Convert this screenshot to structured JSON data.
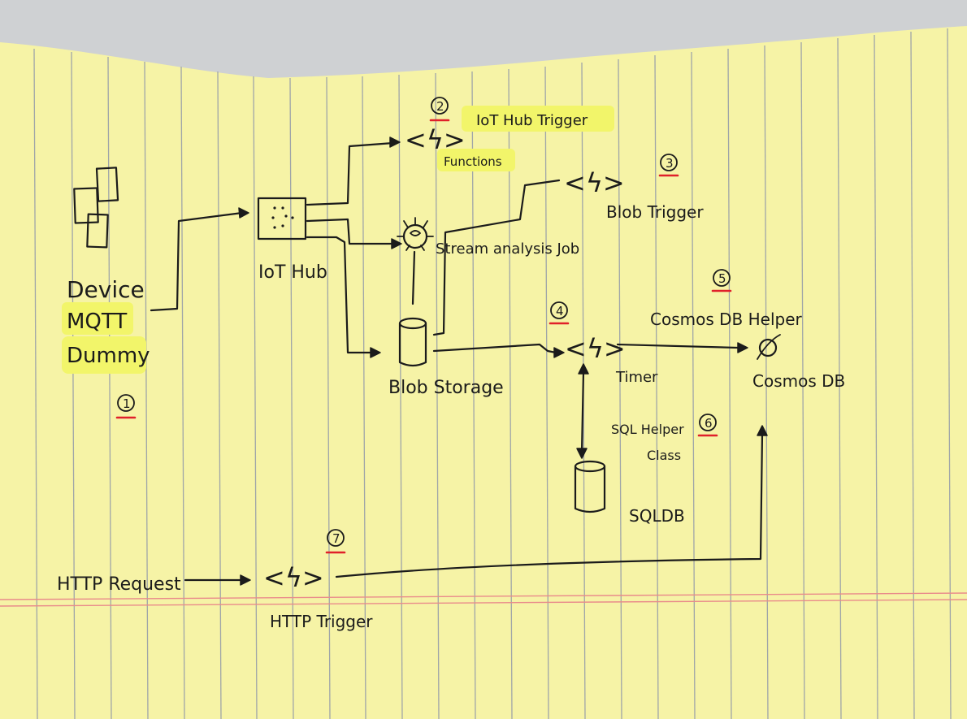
{
  "labels": {
    "device": "Device",
    "mqtt": "MQTT",
    "dummy": "Dummy",
    "iot_hub": "IoT Hub",
    "iot_hub_trigger": "IoT Hub Trigger",
    "functions": "Functions",
    "blob_trigger": "Blob Trigger",
    "stream_job": "Stream analysis Job",
    "blob_storage": "Blob Storage",
    "cosmos_helper": "Cosmos DB Helper",
    "timer": "Timer",
    "cosmos_db": "Cosmos DB",
    "sql_helper": "SQL Helper",
    "sql_helper_class": "Class",
    "sqldb": "SQLDB",
    "http_request": "HTTP Request",
    "http_trigger": "HTTP Trigger",
    "function_symbol": "<ϟ>"
  },
  "steps": {
    "s1": "1",
    "s2": "2",
    "s3": "3",
    "s4": "4",
    "s5": "5",
    "s6": "6",
    "s7": "7"
  },
  "colors": {
    "paper": "#f6f3a6",
    "highlight": "#f2f56a",
    "ruled_line": "#9fa5a8",
    "margin_line": "#e98b8b",
    "step_underline": "#e0202a",
    "ink": "#1b1b1b"
  }
}
